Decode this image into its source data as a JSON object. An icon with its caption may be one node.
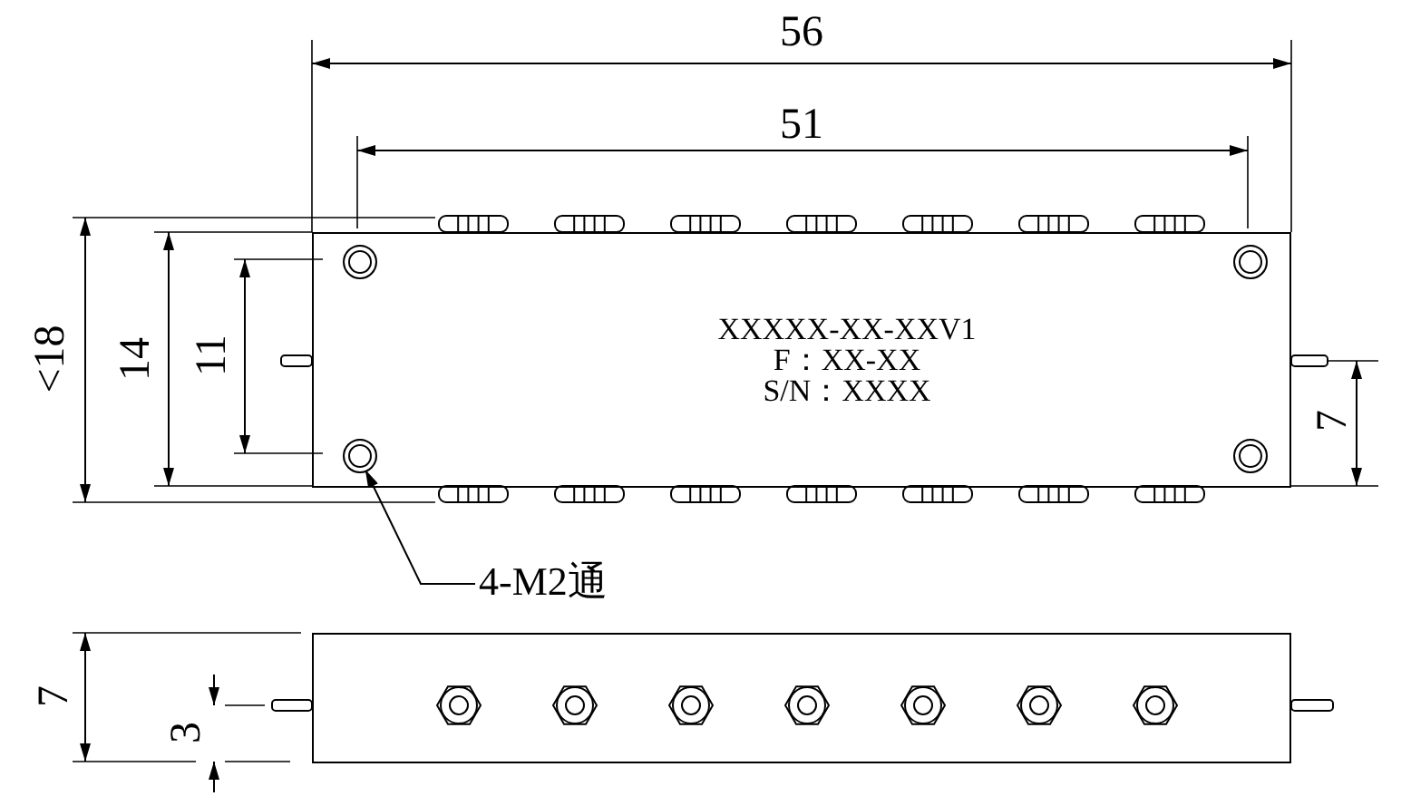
{
  "diagram": {
    "nodes": [
      {
        "text": [
          "XXXXX-XX-XXV1",
          "F：XX-XX",
          "S/N：XXXX"
        ]
      },
      {
        "text": [],
        "shape": "circle",
        "in": 0
      },
      {
        "text": [],
        "shape": "circle",
        "in": 0
      },
      {
        "text": [],
        "shape": "circle",
        "in": 0
      },
      {
        "text": [],
        "shape": "circle",
        "in": 0
      },
      {
        "text": [
          "4-M2通"
        ]
      },
      {
        "text": [],
        "shape": "box"
      }
    ],
    "edges": [
      {
        "from": 5,
        "to": 3,
        "arrow": "to"
      }
    ],
    "labels": [
      "56",
      "51",
      "<18",
      "14",
      "11",
      "7",
      "7",
      "3"
    ]
  }
}
